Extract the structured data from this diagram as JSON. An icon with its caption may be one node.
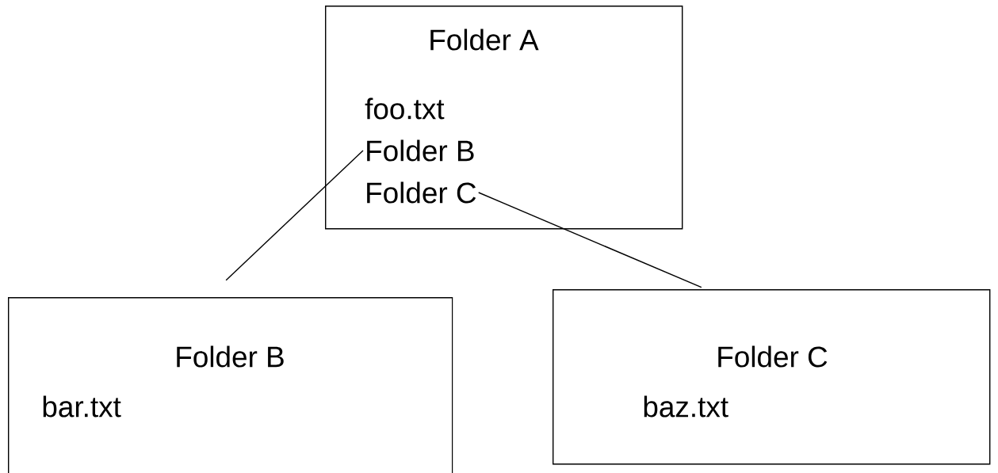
{
  "diagram": {
    "nodes": [
      {
        "text": [
          "Folder A"
        ]
      },
      {
        "text": [
          "foo.txt"
        ],
        "in": 0
      },
      {
        "text": [
          "Folder B"
        ],
        "in": 0
      },
      {
        "text": [
          "Folder C"
        ],
        "in": 0
      },
      {
        "text": [
          "Folder B",
          "bar.txt"
        ]
      },
      {
        "text": [
          "Folder C",
          "baz.txt"
        ]
      }
    ],
    "edges": [
      {
        "from": 2,
        "to": 4,
        "arrow": "none"
      },
      {
        "from": 3,
        "to": 5,
        "arrow": "none"
      }
    ]
  }
}
